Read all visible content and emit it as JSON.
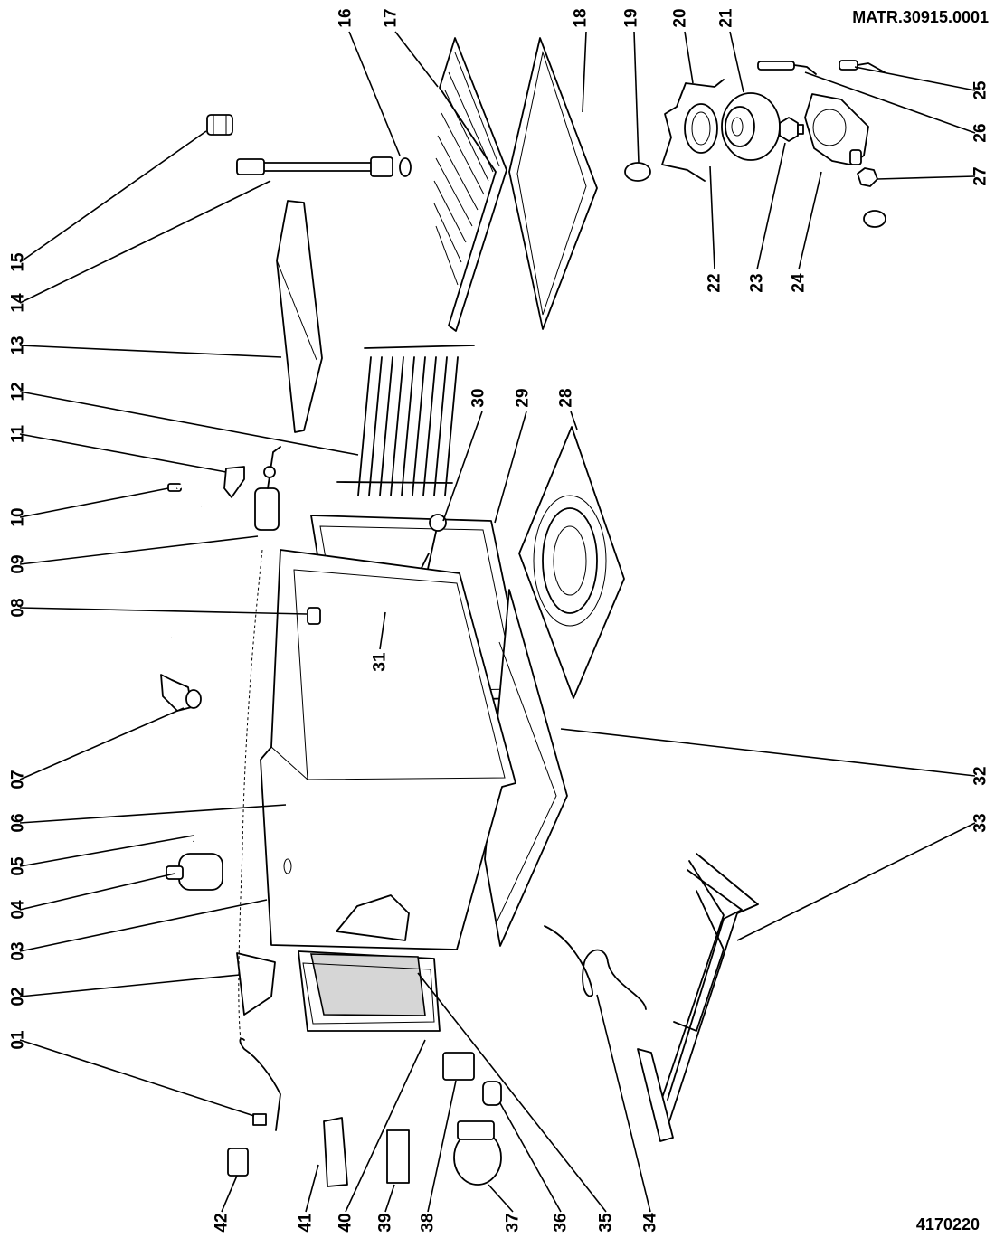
{
  "header": {
    "code": "MATR.30915.0001"
  },
  "footer": {
    "code": "4170220"
  },
  "callouts": [
    "01",
    "02",
    "03",
    "04",
    "05",
    "06",
    "07",
    "08",
    "09",
    "10",
    "11",
    "12",
    "13",
    "14",
    "15",
    "16",
    "17",
    "18",
    "19",
    "20",
    "21",
    "22",
    "23",
    "24",
    "25",
    "26",
    "27",
    "28",
    "29",
    "30",
    "31",
    "32",
    "33",
    "34",
    "35",
    "36",
    "37",
    "38",
    "39",
    "40",
    "41",
    "42"
  ]
}
